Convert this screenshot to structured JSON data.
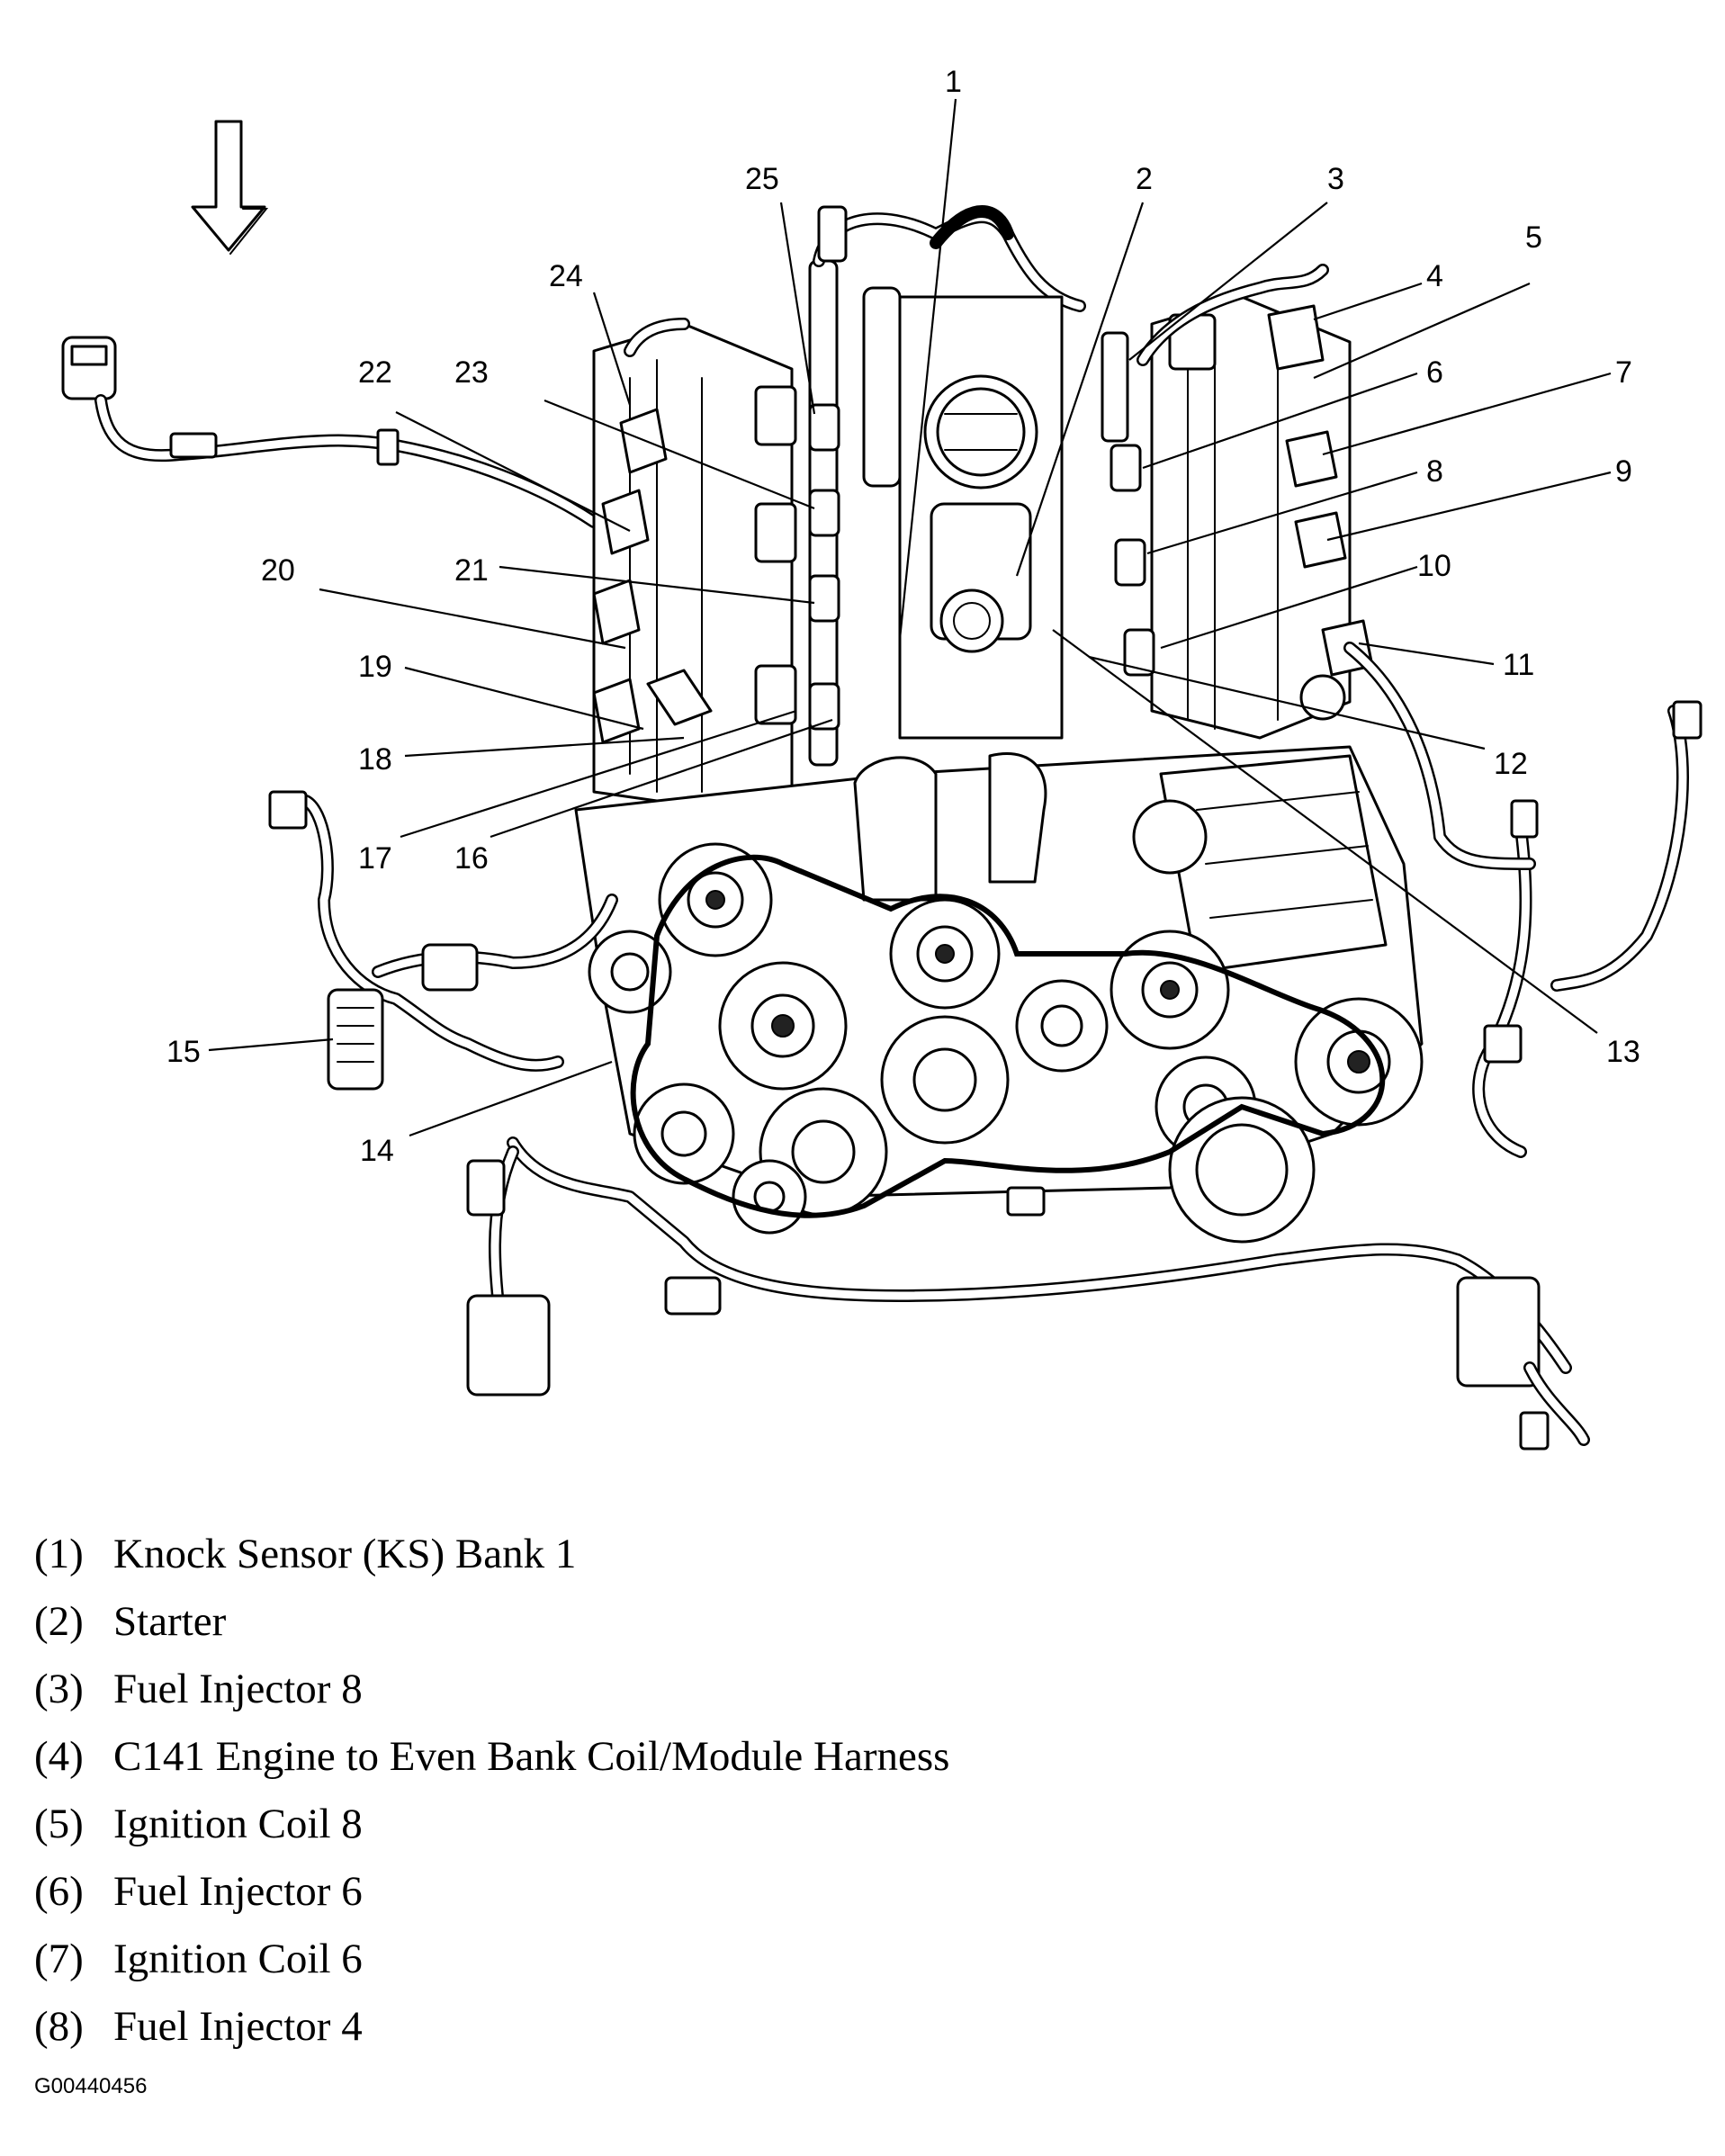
{
  "figure_id": "G00440456",
  "callout_numbers": [
    "1",
    "2",
    "3",
    "4",
    "5",
    "6",
    "7",
    "8",
    "9",
    "10",
    "11",
    "12",
    "13",
    "14",
    "15",
    "16",
    "17",
    "18",
    "19",
    "20",
    "21",
    "22",
    "23",
    "24",
    "25"
  ],
  "legend": [
    {
      "num": "(1)",
      "text": "Knock Sensor (KS) Bank 1"
    },
    {
      "num": "(2)",
      "text": "Starter"
    },
    {
      "num": "(3)",
      "text": "Fuel Injector 8"
    },
    {
      "num": "(4)",
      "text": "C141 Engine to Even Bank Coil/Module Harness"
    },
    {
      "num": "(5)",
      "text": "Ignition Coil 8"
    },
    {
      "num": "(6)",
      "text": "Fuel Injector 6"
    },
    {
      "num": "(7)",
      "text": "Ignition Coil 6"
    },
    {
      "num": "(8)",
      "text": "Fuel Injector 4"
    }
  ],
  "icons": {
    "direction_arrow": "down-arrow-icon"
  }
}
